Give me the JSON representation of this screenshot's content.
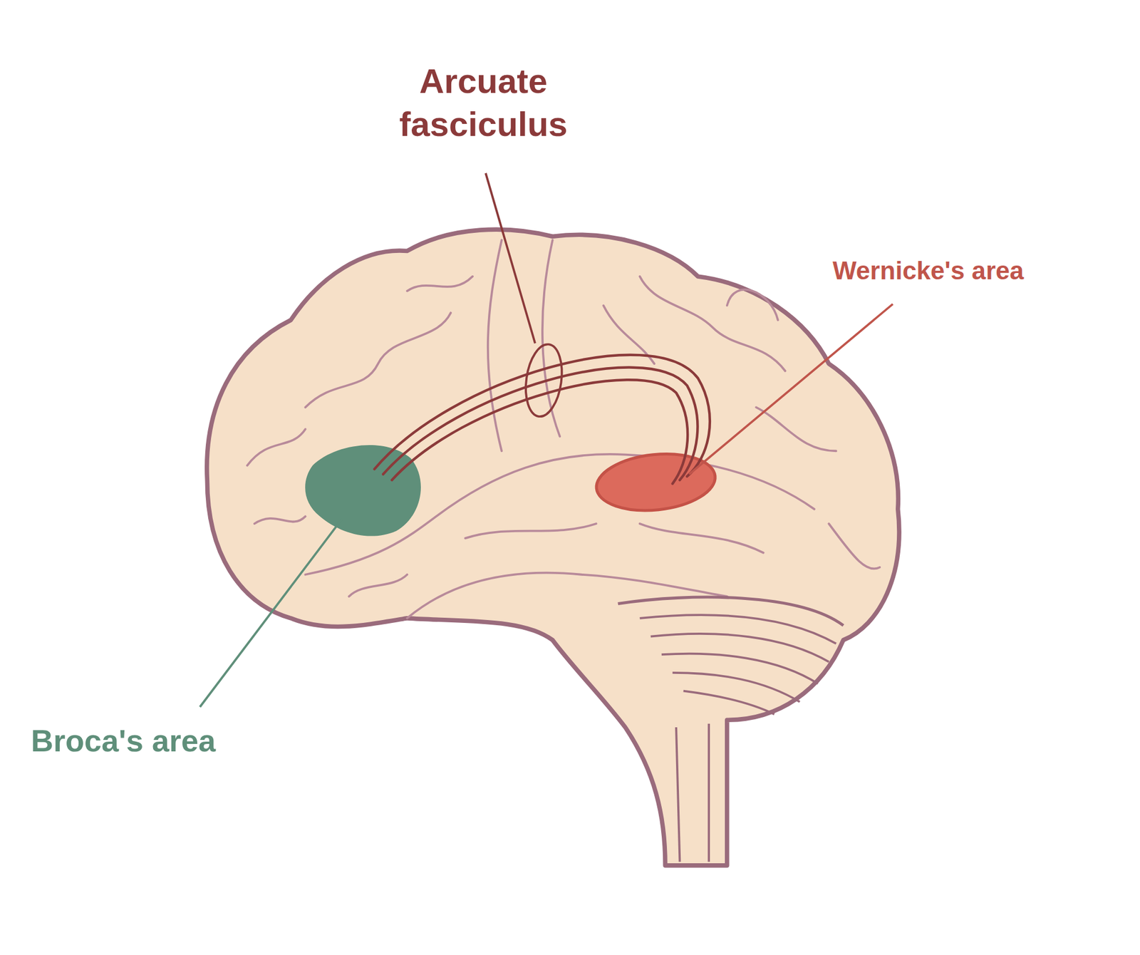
{
  "diagram": {
    "labels": [
      "Arcuate fasciculus",
      "Wernicke's area",
      "Broca's area"
    ]
  }
}
